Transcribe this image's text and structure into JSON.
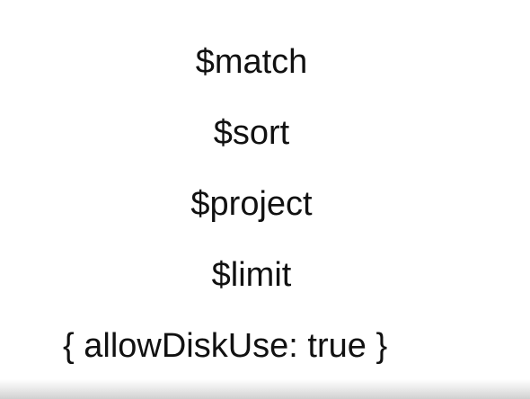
{
  "slide": {
    "lines": [
      "$match",
      "$sort",
      "$project",
      "$limit",
      "{ allowDiskUse: true }"
    ]
  }
}
